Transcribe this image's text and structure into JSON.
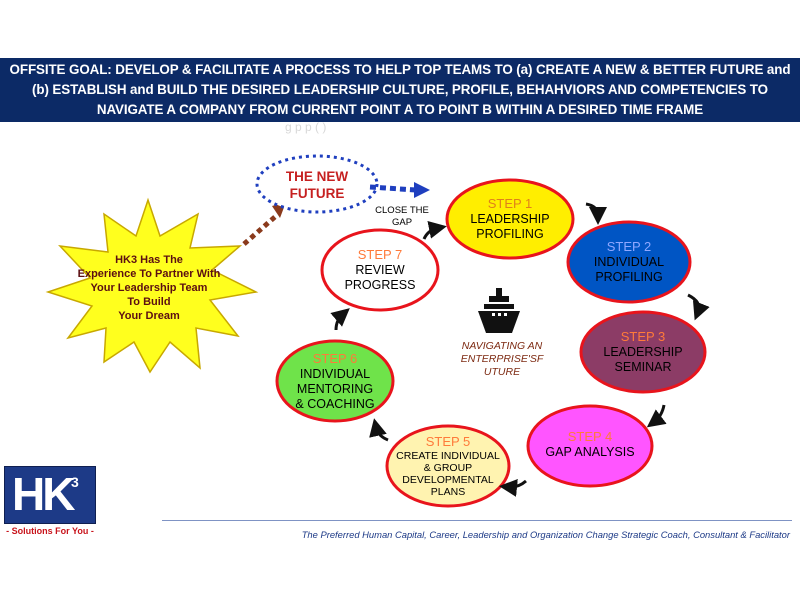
{
  "header": {
    "title": "OFFSITE GOAL:  DEVELOP & FACILITATE A PROCESS TO HELP TOP TEAMS TO (a) CREATE A NEW & BETTER FUTURE and\n(b) ESTABLISH and BUILD THE DESIRED LEADERSHIP CULTURE, PROFILE, BEHAHVIORS AND COMPETENCIES TO\nNAVIGATE A COMPANY FROM CURRENT POINT A TO POINT B WITHIN A DESIRED TIME FRAME",
    "faint_subtitle": "g                         p        p       (   )"
  },
  "new_future": "THE NEW\nFUTURE",
  "starburst": "HK3 Has The\nExperience To Partner With\nYour Leadership Team\nTo Build\nYour Dream",
  "close_gap": "CLOSE THE\nGAP",
  "center": {
    "caption": "NAVIGATING  AN\nENTERPRISE'SF\nUTURE",
    "icon": "ship-icon"
  },
  "steps": [
    {
      "label": "STEP 1",
      "text": "LEADERSHIP\nPROFILING",
      "fill": "#ffee00",
      "label_color": "#e0801a"
    },
    {
      "label": "STEP 2",
      "text": "INDIVIDUAL\nPROFILING",
      "fill": "#0055c4",
      "label_color": "#8fa8ff"
    },
    {
      "label": "STEP 3",
      "text": "LEADERSHIP\nSEMINAR",
      "fill": "#8c3c66",
      "label_color": "#ff7a3a"
    },
    {
      "label": "STEP 4",
      "text": "GAP ANALYSIS",
      "fill": "#ff55ff",
      "label_color": "#ff7a3a"
    },
    {
      "label": "STEP 5",
      "text": "CREATE INDIVIDUAL\n& GROUP\nDEVELOPMENTAL\nPLANS",
      "fill": "#fff3b0",
      "label_color": "#ff7a3a"
    },
    {
      "label": "STEP 6",
      "text": "INDIVIDUAL\nMENTORING\n& COACHING",
      "fill": "#6fe34a",
      "label_color": "#ff7a3a"
    },
    {
      "label": "STEP 7",
      "text": "REVIEW\nPROGRESS",
      "fill": "#ffffff",
      "label_color": "#ff7a3a"
    }
  ],
  "colors": {
    "banner": "#0c2a66",
    "ellipse_border": "#e8141c",
    "dashed_blue": "#1f3fbf",
    "dashed_brown": "#8a3a1c",
    "star_fill": "#ffff1e"
  },
  "logo": {
    "letters": "HK",
    "superscript": "3",
    "tagline": "- Solutions For You -"
  },
  "footer": "The Preferred Human Capital, Career, Leadership and Organization Change Strategic Coach, Consultant & Facilitator"
}
